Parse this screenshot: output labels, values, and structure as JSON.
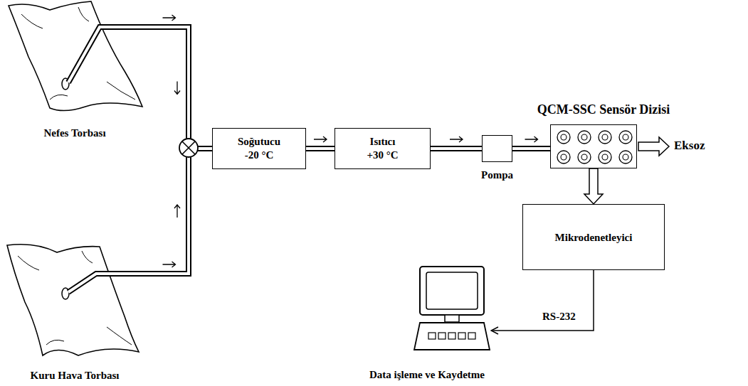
{
  "diagram": {
    "nodes": [
      {
        "text": [
          "Nefes Torbası"
        ]
      },
      {
        "text": [
          "Kuru Hava Torbası"
        ]
      },
      {
        "text": [
          "Soğutucu",
          "-20 °C"
        ]
      },
      {
        "text": [
          "Isıtıcı",
          "+30 °C"
        ]
      },
      {
        "text": [
          "Pompa"
        ]
      },
      {
        "text": [
          "QCM-SSC Sensör Dizisi"
        ]
      },
      {
        "text": [
          "Mikrodenetleyici"
        ]
      },
      {
        "text": [
          "Data işleme ve Kaydetme"
        ]
      }
    ],
    "edges": [
      {
        "from": 0,
        "to": 2,
        "arrow": "to"
      },
      {
        "from": 1,
        "to": 2,
        "arrow": "to"
      },
      {
        "from": 2,
        "to": 3,
        "arrow": "to"
      },
      {
        "from": 3,
        "to": 4,
        "arrow": "to"
      },
      {
        "from": 4,
        "to": 5,
        "arrow": "to"
      },
      {
        "from": 5,
        "to": 6,
        "arrow": "to"
      },
      {
        "from": 6,
        "to": 7,
        "label": "RS-232",
        "arrow": "to"
      }
    ],
    "labels": [
      "Eksoz"
    ]
  }
}
